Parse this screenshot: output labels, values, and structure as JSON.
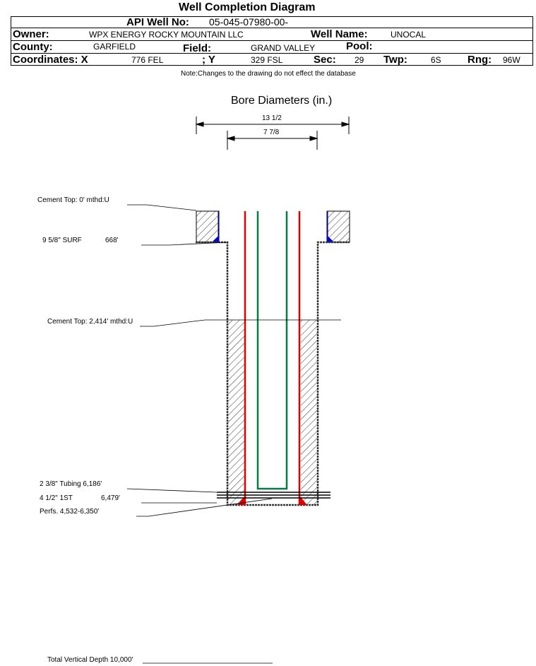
{
  "title": "Well Completion Diagram",
  "header": {
    "api_label": "API Well No:",
    "api_value": "05-045-07980-00-",
    "owner_label": "Owner:",
    "owner_value": "WPX ENERGY ROCKY MOUNTAIN LLC",
    "well_name_label": "Well Name:",
    "well_name_value": "UNOCAL",
    "county_label": "County:",
    "county_value": "GARFIELD",
    "field_label": "Field:",
    "field_value": "GRAND VALLEY",
    "pool_label": "Pool:",
    "coord_x_label": "Coordinates: X",
    "coord_x_value": "776 FEL",
    "coord_y_label": "; Y",
    "coord_y_value": "329 FSL",
    "sec_label": "Sec:",
    "sec_value": "29",
    "twp_label": "Twp:",
    "twp_value": "6S",
    "rng_label": "Rng:",
    "rng_value": "96W"
  },
  "note": "Note:Changes to the drawing do not effect the database",
  "diagram": {
    "bore_title": "Bore Diameters (in.)",
    "dim_outer": "13 1/2",
    "dim_inner": "7 7/8",
    "labels": {
      "cement_top_1": "Cement Top: 0' mthd:U",
      "surf_casing": "9 5/8\" SURF",
      "surf_depth": "668'",
      "cement_top_2": "Cement Top: 2,414' mthd:U",
      "tubing": "2 3/8\" Tubing 6,186'",
      "prod_casing": "4 1/2\" 1ST",
      "prod_depth": "6,479'",
      "perfs": "Perfs. 4,532-6,350'",
      "tvd": "Total Vertical Depth 10,000'"
    },
    "colors": {
      "casing": "#e00000",
      "tubing": "#008040",
      "cement_shoe": "#0000e0"
    }
  }
}
